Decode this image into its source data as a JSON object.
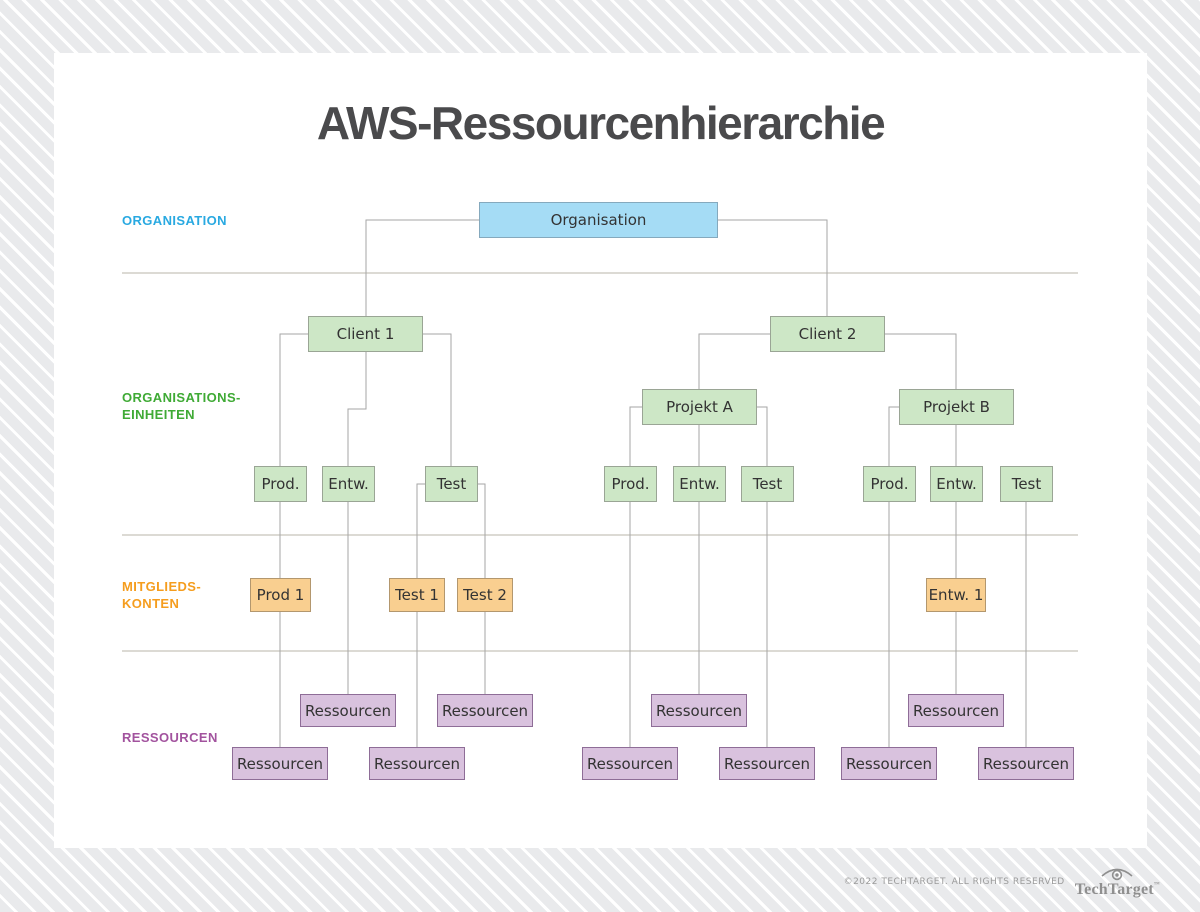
{
  "title": "AWS-Ressourcenhierarchie",
  "row_labels": {
    "organisation": "ORGANISATION",
    "org_einheiten_line1": "ORGANISATIONS-",
    "org_einheiten_line2": "EINHEITEN",
    "mitglieds_line1": "MITGLIEDS-",
    "mitglieds_line2": "KONTEN",
    "ressourcen": "RESSOURCEN"
  },
  "row_label_colors": {
    "organisation": "#29a9e1",
    "org_einheiten": "#3faa35",
    "mitglieds_konten": "#f59d1e",
    "ressourcen": "#a2539e"
  },
  "box_colors": {
    "organisation_fill": "#a5dcf5",
    "org_einheit_fill": "#cde7c6",
    "mitglied_fill": "#f9cf90",
    "ressource_fill": "#d9c2de",
    "connector": "#a6a6a6"
  },
  "nodes": {
    "organisation": "Organisation",
    "client1": "Client 1",
    "client2": "Client 2",
    "projekt_a": "Projekt A",
    "projekt_b": "Projekt B",
    "c1_prod": "Prod.",
    "c1_entw": "Entw.",
    "c1_test": "Test",
    "pa_prod": "Prod.",
    "pa_entw": "Entw.",
    "pa_test": "Test",
    "pb_prod": "Prod.",
    "pb_entw": "Entw.",
    "pb_test": "Test",
    "prod1": "Prod 1",
    "test1": "Test 1",
    "test2": "Test 2",
    "entw1": "Entw. 1"
  },
  "resources": [
    "Ressourcen",
    "Ressourcen",
    "Ressourcen",
    "Ressourcen",
    "Ressourcen",
    "Ressourcen",
    "Ressourcen",
    "Ressourcen",
    "Ressourcen",
    "Ressourcen"
  ],
  "footer": {
    "copyright": "©2022 TECHTARGET. ALL RIGHTS RESERVED",
    "logo_text": "TechTarget",
    "trademark": "™"
  }
}
